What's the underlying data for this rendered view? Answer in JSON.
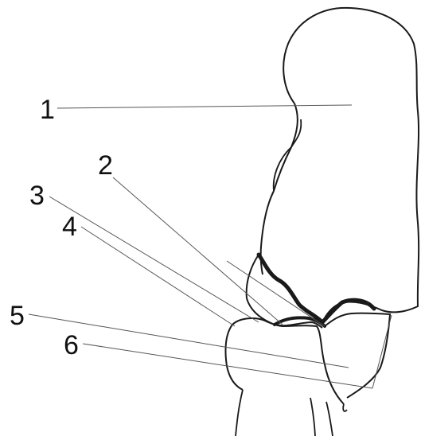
{
  "labels": [
    "1",
    "2",
    "3",
    "4",
    "5",
    "6"
  ],
  "colors": {
    "outline": "#1a1a1a",
    "leader": "#555555",
    "background": "#ffffff"
  }
}
